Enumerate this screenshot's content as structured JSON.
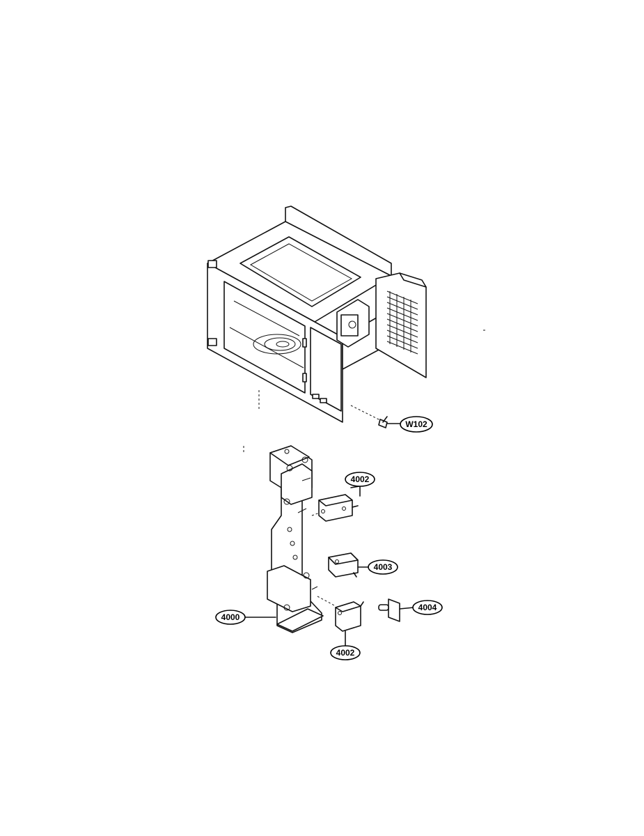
{
  "callouts": {
    "w102": "W102",
    "p4002_top": "4002",
    "p4003": "4003",
    "p4004": "4004",
    "p4000": "4000",
    "p4002_bottom": "4002"
  },
  "colors": {
    "ink": "#111111",
    "paper": "#ffffff"
  }
}
